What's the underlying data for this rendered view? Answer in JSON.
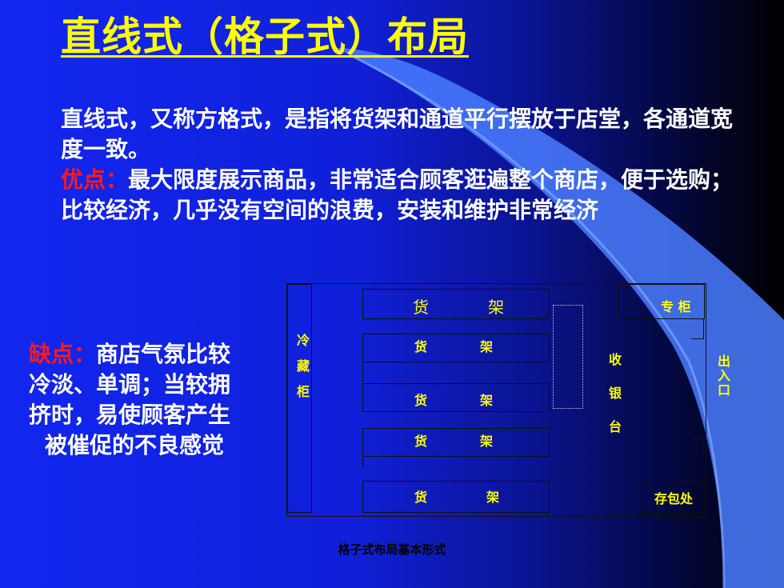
{
  "slide": {
    "title": "直线式（格子式）布局",
    "para": {
      "line1": "直线式，又称方格式，是指将货架和通道平行摆放于店堂，各通道宽度一致。",
      "pros_label": "优点：",
      "pros_text": "最大限度展示商品，非常适合顾客逛遍整个商店，便于选购；比较经济，几乎没有空间的浪费，安装和维护非常经济"
    },
    "cons": {
      "label": "缺点：",
      "line1": "商店气氛比较",
      "line2": "冷淡、单调；当较拥",
      "line3": "挤时，易使顾客产生",
      "line4": "被催促的不良感觉"
    },
    "footer": "格子式布局基本形式"
  },
  "diagram": {
    "cold_cabinet": "冷藏柜",
    "shelves": [
      {
        "left": "货",
        "right": "架"
      },
      {
        "left": "货",
        "right": "架"
      },
      {
        "left": "货",
        "right": "架"
      },
      {
        "left": "货",
        "right": "架"
      },
      {
        "left": "货",
        "right": "架"
      }
    ],
    "checkout": "收银台",
    "special_counter": "专 柜",
    "entrance": "出入口",
    "baggage": "存包处"
  },
  "colors": {
    "title": "#ffff00",
    "highlight": "#ff1a1a",
    "body_text": "#ffffff",
    "diagram_text": "#ffff00",
    "swoosh": "#5a86ff"
  }
}
